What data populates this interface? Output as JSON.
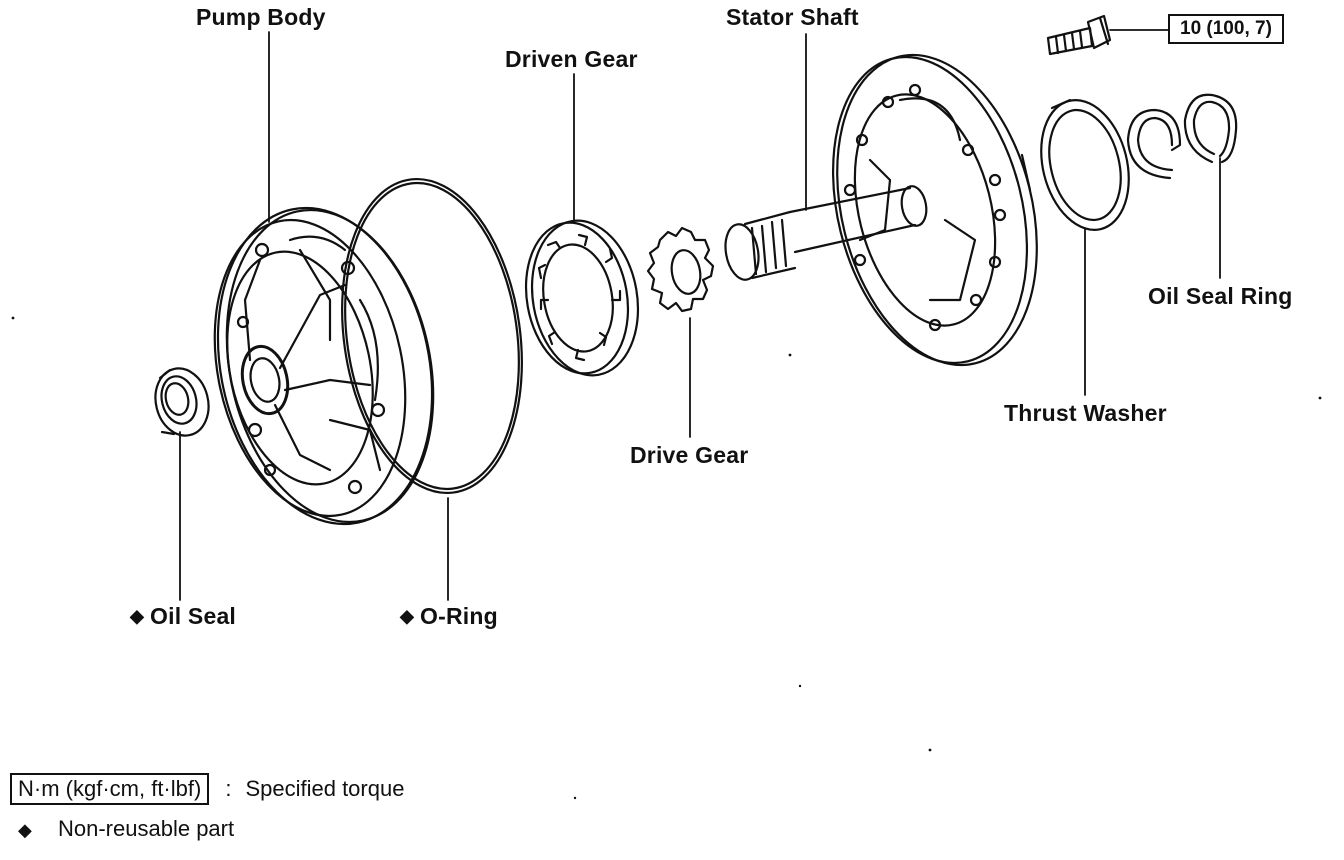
{
  "labels": {
    "pump_body": "Pump Body",
    "driven_gear": "Driven Gear",
    "stator_shaft": "Stator Shaft",
    "torque_value": "10 (100, 7)",
    "oil_seal_ring": "Oil Seal Ring",
    "thrust_washer": "Thrust Washer",
    "drive_gear": "Drive Gear",
    "oil_seal": "Oil Seal",
    "o_ring": "O-Ring"
  },
  "non_reusable_marker": "◆",
  "legend": {
    "torque_unit": "N·m (kgf·cm, ft·lbf)",
    "separator": ":",
    "torque_desc": "Specified torque",
    "non_reusable_symbol": "◆",
    "non_reusable_desc": "Non-reusable part"
  },
  "colors": {
    "line": "#111111",
    "background": "#ffffff"
  }
}
